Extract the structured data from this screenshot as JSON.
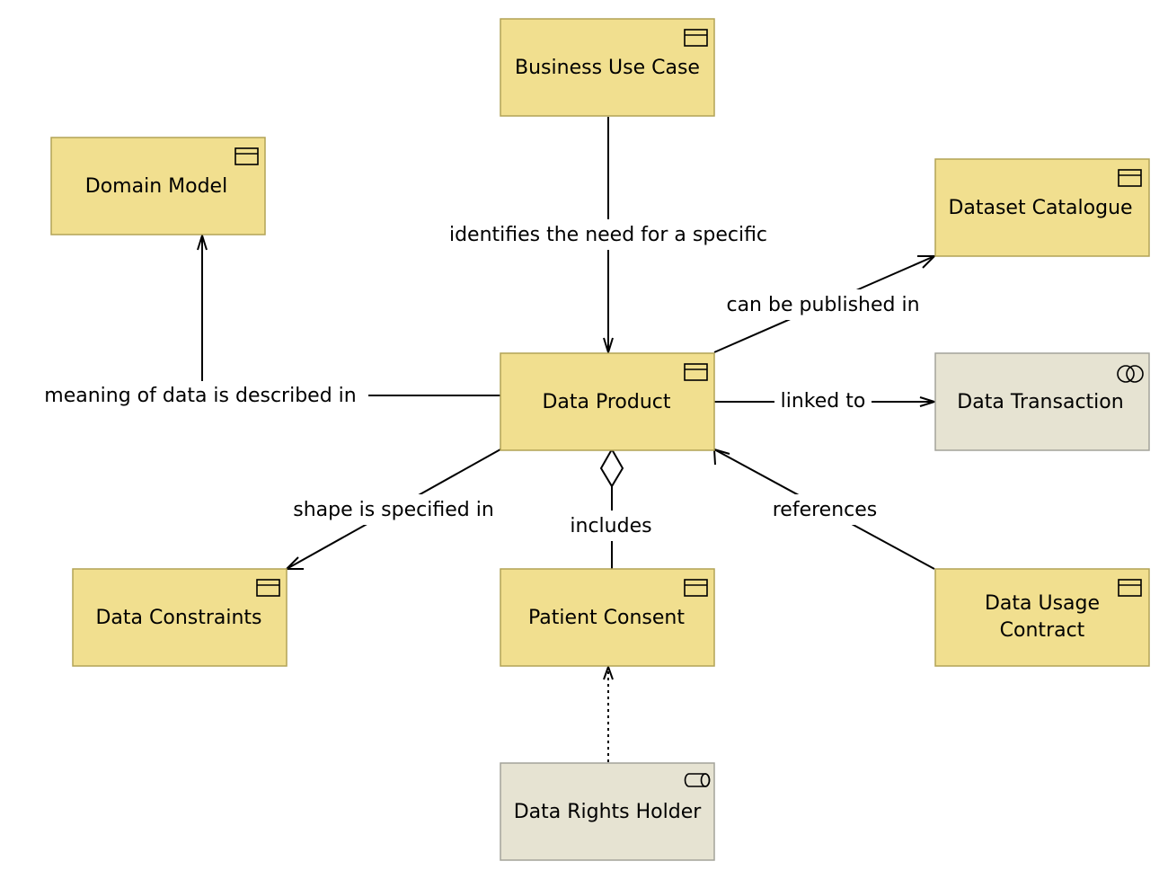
{
  "colors": {
    "business_object_fill": "#f1df8f",
    "business_object_stroke": "#b2a357",
    "event_fill": "#e6e3d2",
    "event_stroke": "#a4a39a",
    "line": "#000000"
  },
  "nodes": {
    "business_use_case": {
      "label": "Business Use Case",
      "icon": "business-object-icon"
    },
    "domain_model": {
      "label": "Domain Model",
      "icon": "business-object-icon"
    },
    "dataset_catalogue": {
      "label": "Dataset Catalogue",
      "icon": "business-object-icon"
    },
    "data_product": {
      "label": "Data Product",
      "icon": "business-object-icon"
    },
    "data_transaction": {
      "label": "Data Transaction",
      "icon": "business-interaction-icon"
    },
    "data_constraints": {
      "label": "Data Constraints",
      "icon": "business-object-icon"
    },
    "patient_consent": {
      "label": "Patient Consent",
      "icon": "business-object-icon"
    },
    "data_usage_contract": {
      "label_line1": "Data Usage",
      "label_line2": "Contract",
      "icon": "business-object-icon"
    },
    "data_rights_holder": {
      "label": "Data Rights Holder",
      "icon": "business-role-icon"
    }
  },
  "edges": {
    "identifies": {
      "label": "identifies the need for a specific"
    },
    "published_in": {
      "label": "can be published in"
    },
    "meaning_described_in": {
      "label": "meaning of data is described in"
    },
    "linked_to": {
      "label": "linked to"
    },
    "shape_specified_in": {
      "label": "shape is specified in"
    },
    "includes": {
      "label": "includes"
    },
    "references": {
      "label": "references"
    }
  }
}
